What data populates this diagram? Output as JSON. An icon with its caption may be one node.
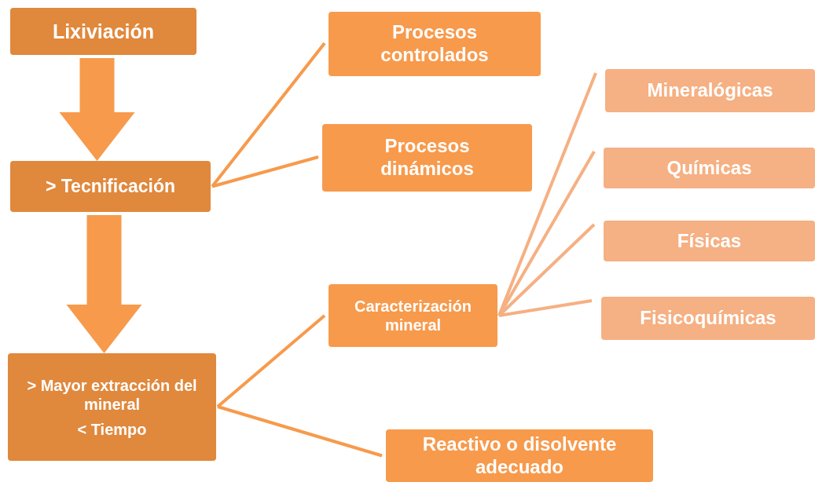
{
  "diagram": {
    "nodes": [
      {
        "text": [
          "Lixiviación"
        ]
      },
      {
        "text": [
          "> Tecnificación"
        ]
      },
      {
        "text": [
          "> Mayor extracción del mineral",
          "< Tiempo"
        ]
      },
      {
        "text": [
          "Procesos controlados"
        ]
      },
      {
        "text": [
          "Procesos dinámicos"
        ]
      },
      {
        "text": [
          "Caracterización mineral"
        ]
      },
      {
        "text": [
          "Reactivo o disolvente adecuado"
        ]
      },
      {
        "text": [
          "Mineralógicas"
        ]
      },
      {
        "text": [
          "Químicas"
        ]
      },
      {
        "text": [
          "Físicas"
        ]
      },
      {
        "text": [
          "Fisicoquímicas"
        ]
      }
    ],
    "edges": [
      {
        "from": 0,
        "to": 1,
        "arrow": "to",
        "style": "thick"
      },
      {
        "from": 1,
        "to": 2,
        "arrow": "to",
        "style": "thick"
      },
      {
        "from": 1,
        "to": 3,
        "arrow": "none"
      },
      {
        "from": 1,
        "to": 4,
        "arrow": "none"
      },
      {
        "from": 2,
        "to": 5,
        "arrow": "none"
      },
      {
        "from": 2,
        "to": 6,
        "arrow": "none"
      },
      {
        "from": 5,
        "to": 7,
        "arrow": "none",
        "color": "#f5b083"
      },
      {
        "from": 5,
        "to": 8,
        "arrow": "none",
        "color": "#f5b083"
      },
      {
        "from": 5,
        "to": 9,
        "arrow": "none",
        "color": "#f5b083"
      },
      {
        "from": 5,
        "to": 10,
        "arrow": "none",
        "color": "#f5b083"
      }
    ]
  }
}
